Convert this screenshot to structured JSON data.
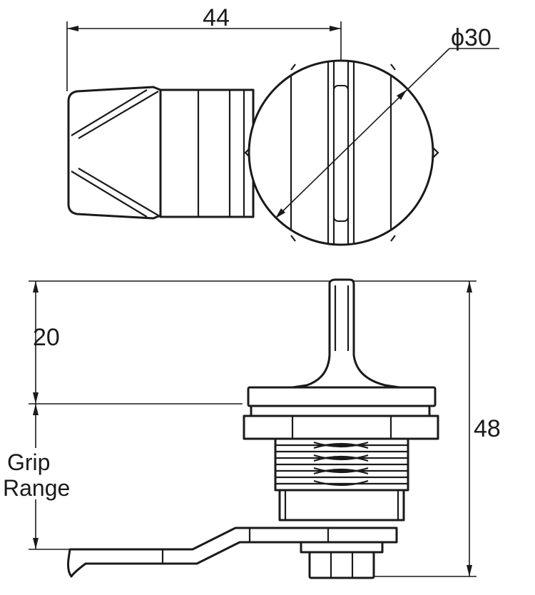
{
  "top_view": {
    "width_label": "44",
    "diameter_label": "ϕ30"
  },
  "side_view": {
    "handle_height_label": "20",
    "total_height_label": "48",
    "grip_label_line1": "Grip",
    "grip_label_line2": "Range"
  }
}
